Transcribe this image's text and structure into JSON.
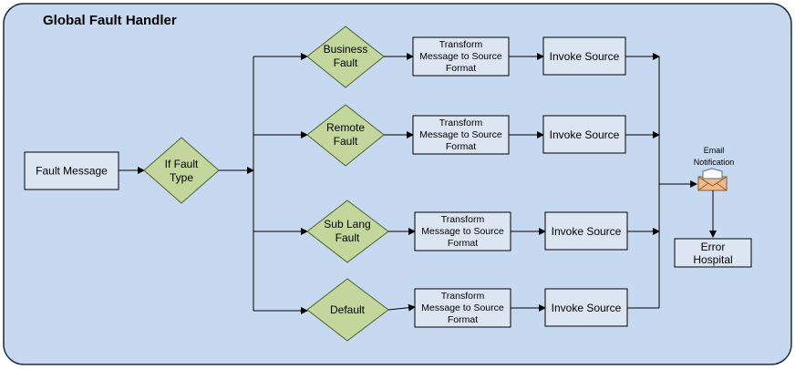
{
  "title": "Global Fault Handler",
  "colors": {
    "panel_fill": "#c6d9f1",
    "panel_stroke": "#1f2d3d",
    "box_fill": "#dce6f2",
    "diamond_fill": "#c3d69b",
    "diamond_stroke": "#4f6228",
    "line": "#000000"
  },
  "start": {
    "label": "Fault Message"
  },
  "decision": {
    "lines": [
      "If Fault",
      "Type"
    ]
  },
  "branches": [
    {
      "fault": [
        "Business",
        "Fault"
      ],
      "transform": [
        "Transform",
        "Message to Source",
        "Format"
      ],
      "invoke": "Invoke Source"
    },
    {
      "fault": [
        "Remote",
        "Fault"
      ],
      "transform": [
        "Transform",
        "Message to Source",
        "Format"
      ],
      "invoke": "Invoke Source"
    },
    {
      "fault": [
        "Sub Lang",
        "Fault"
      ],
      "transform": [
        "Transform",
        "Message to Source",
        "Format"
      ],
      "invoke": "Invoke Source"
    },
    {
      "fault": [
        "Default"
      ],
      "transform": [
        "Transform",
        "Message to Source",
        "Format"
      ],
      "invoke": "Invoke Source"
    }
  ],
  "email": {
    "lines": [
      "Email",
      "Notification"
    ],
    "icon": "envelope-icon"
  },
  "hospital": {
    "lines": [
      "Error",
      "Hospital"
    ]
  }
}
